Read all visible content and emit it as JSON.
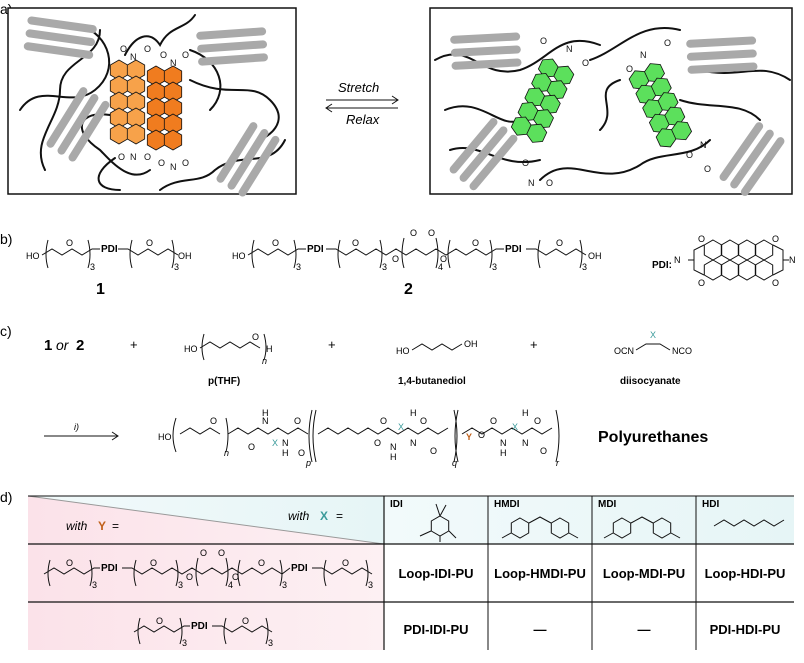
{
  "panel_labels": {
    "a": "a)",
    "b": "b)",
    "c": "c)",
    "d": "d)"
  },
  "panel_a": {
    "stretch": "Stretch",
    "relax": "Relax",
    "imide_n": "N",
    "imide_o": "O"
  },
  "panel_b": {
    "ho": "HO",
    "oh": "OH",
    "o": "O",
    "pdi": "PDI",
    "sub3": "3",
    "sub4": "4",
    "compound1": "1",
    "compound2": "2",
    "pdi_label": "PDI:",
    "n": "N"
  },
  "panel_c": {
    "reactant12_bold1": "1",
    "reactant12_or": "or",
    "reactant12_bold2": "2",
    "plus": "+",
    "ptfh_ho": "HO",
    "ptfh_o": "O",
    "ptfh_h": "H",
    "ptfh_n": "n",
    "ptfh_label": "p(THF)",
    "butanediol_ho": "HO",
    "butanediol_oh": "OH",
    "butanediol_label": "1,4-butanediol",
    "ocn": "OCN",
    "nco": "NCO",
    "x": "X",
    "diisocyanate_label": "diisocyanate",
    "step": "i)",
    "prod_ho": "HO",
    "prod_n": "n",
    "prod_p": "p",
    "prod_q": "q",
    "prod_r": "r",
    "o": "O",
    "h": "H",
    "nn": "N",
    "y": "Y",
    "product_label": "Polyurethanes"
  },
  "table": {
    "with_y": "with",
    "y_sym": "Y",
    "with_x": "with",
    "x_sym": "X",
    "eq": "=",
    "columns": [
      "IDI",
      "HMDI",
      "MDI",
      "HDI"
    ],
    "row1": [
      "Loop-IDI-PU",
      "Loop-HMDI-PU",
      "Loop-MDI-PU",
      "Loop-HDI-PU"
    ],
    "row2": [
      "PDI-IDI-PU",
      "—",
      "—",
      "PDI-HDI-PU"
    ],
    "row1_struct": {
      "o": "O",
      "pdi": "PDI",
      "sub3": "3",
      "sub4": "4"
    },
    "row2_struct": {
      "o": "O",
      "pdi": "PDI",
      "sub3": "3"
    }
  },
  "colors": {
    "orange_light": "#f7a24a",
    "orange_dark": "#f07c1f",
    "green": "#5ce05c",
    "teal": "#3a9a9a",
    "brown": "#c0601a",
    "pink": "#fbe7ec",
    "aqua": "#e8f6f7",
    "grey": "#a9a9a9"
  }
}
